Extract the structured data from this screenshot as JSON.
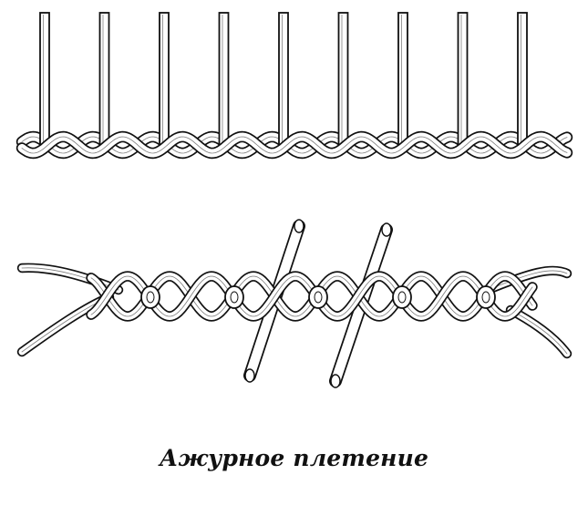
{
  "caption": "Ажурное плетение",
  "colors": {
    "ink": "#111111",
    "paper": "#ffffff"
  },
  "illustrations": [
    {
      "name": "twined-weave-row",
      "stake_count": 9
    },
    {
      "name": "openwork-twist-row",
      "eye_count": 5,
      "crossing_rod_count": 2
    }
  ]
}
